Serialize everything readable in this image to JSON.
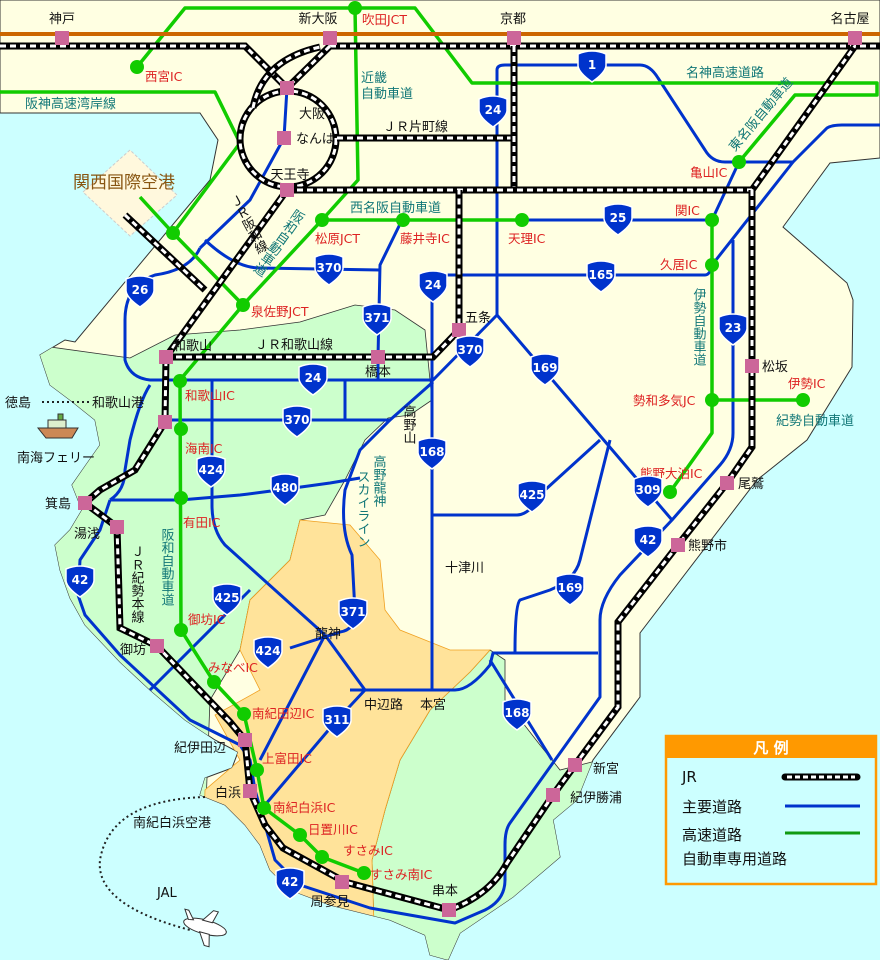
{
  "colors": {
    "sea": "#ccffff",
    "land": "#ffffe2",
    "green_area": "#ccffcc",
    "orange_area": "#ffe39a",
    "main_road": "#0033cc",
    "expressway": "#11cc00",
    "shinkansen": "#cc6600",
    "station": "#cc6699",
    "legend_border": "#ff9900"
  },
  "stations": [
    "神戸",
    "新大阪",
    "京都",
    "名古屋",
    "大阪",
    "なんば",
    "天王寺",
    "和歌山",
    "橋本",
    "五条",
    "松坂",
    "尾鷲",
    "熊野市",
    "新宮",
    "紀伊勝浦",
    "串本",
    "周参見",
    "白浜",
    "紀伊田辺",
    "御坊",
    "湯浅",
    "箕島"
  ],
  "interchanges": [
    "西宮IC",
    "吹田JCT",
    "松原JCT",
    "藤井寺IC",
    "天理IC",
    "関IC",
    "亀山IC",
    "久居IC",
    "勢和多気JC",
    "伊勢IC",
    "熊野大泊IC",
    "泉佐野JCT",
    "和歌山IC",
    "海南IC",
    "有田IC",
    "御坊IC",
    "みなべIC",
    "南紀田辺IC",
    "上富田IC",
    "南紀白浜IC",
    "日置川IC",
    "すさみIC",
    "すさみ南IC"
  ],
  "route_shields": [
    "1",
    "24",
    "24",
    "25",
    "165",
    "370",
    "370",
    "371",
    "26",
    "24",
    "370",
    "168",
    "169",
    "424",
    "480",
    "425",
    "309",
    "42",
    "23",
    "169",
    "42",
    "425",
    "371",
    "424",
    "311",
    "168",
    "42"
  ],
  "road_names": {
    "hanshin_wangan": "阪神高速湾岸線",
    "kinki_1": "近畿",
    "kinki_2": "自動車道",
    "jr_katamachi": "ＪＲ片町線",
    "nishi_meihan": "西名阪自動車道",
    "meishin": "名神高速道路",
    "higashi_meihan": "東名阪自動車道",
    "ise": "伊勢自動車道",
    "kisei": "紀勢自動車道",
    "jr_hanwa": "ＪＲ阪和線",
    "hanwa_north": "阪和自動車道",
    "jr_wakayama": "ＪＲ和歌山線",
    "skyline_1": "高野龍神",
    "skyline_2": "スカイライン",
    "hanwa_south": "阪和自動車道",
    "jr_kisei": "ＪＲ紀勢本線"
  },
  "places": {
    "koyasan": "高野山",
    "totsukawa": "十津川",
    "ryujin": "龍神",
    "nakahechi": "中辺路",
    "hongu": "本宮",
    "tokushima": "徳島",
    "wakayama_port": "和歌山港",
    "nankai_ferry": "南海フェリー",
    "kix": "関西国際空港",
    "shirahama_airport": "南紀白浜空港",
    "jal": "JAL"
  },
  "legend": {
    "title": "凡 例",
    "jr": "JR",
    "main_road": "主要道路",
    "expressway_1": "高速道路",
    "expressway_2": "自動車専用道路"
  }
}
